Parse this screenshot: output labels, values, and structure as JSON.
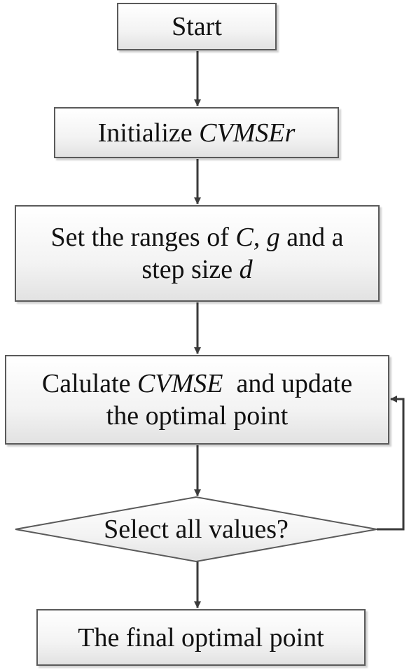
{
  "nodes": {
    "start": {
      "text": "Start"
    },
    "init": {
      "prefix": "Initialize ",
      "var": "CVMSEr"
    },
    "set": {
      "line1_prefix": "Set the ranges of ",
      "line1_var1": "C, g",
      "line1_suffix": " and a",
      "line2_prefix": "step size ",
      "line2_var": "d"
    },
    "calc": {
      "line1_prefix": "Calulate ",
      "line1_var": "CVMSE",
      "line1_suffix": "  and update",
      "line2": "the optimal point"
    },
    "decision": {
      "text": "Select all values?"
    },
    "final": {
      "text": "The final optimal point"
    }
  },
  "colors": {
    "stroke": "#3a3a3a",
    "box_border": "#5a5a5a",
    "box_fill_top": "#ffffff",
    "box_fill_bottom": "#e2e2e2",
    "text": "#111111"
  }
}
